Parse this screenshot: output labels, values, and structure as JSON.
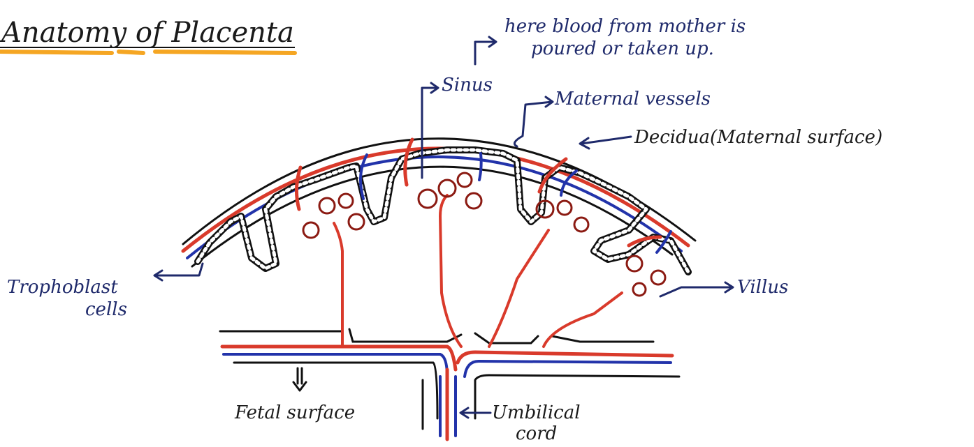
{
  "title": "Anatomy of Placenta",
  "labels": {
    "note_line1": "here blood from mother is",
    "note_line2": "poured or taken up.",
    "sinus": "Sinus",
    "maternal_vessels": "Maternal vessels",
    "decidua": "Decidua(Maternal surface)",
    "trophoblast_line1": "Trophoblast",
    "trophoblast_line2": "cells",
    "villus": "Villus",
    "fetal_surface": "Fetal surface",
    "umbilical_line1": "Umbilical",
    "umbilical_line2": "cord"
  },
  "colors": {
    "ink": "#111111",
    "navy": "#1f2a6b",
    "red": "#d93a2b",
    "dark_red": "#8b1a12",
    "blue": "#2233aa",
    "highlight": "#f5a623"
  }
}
